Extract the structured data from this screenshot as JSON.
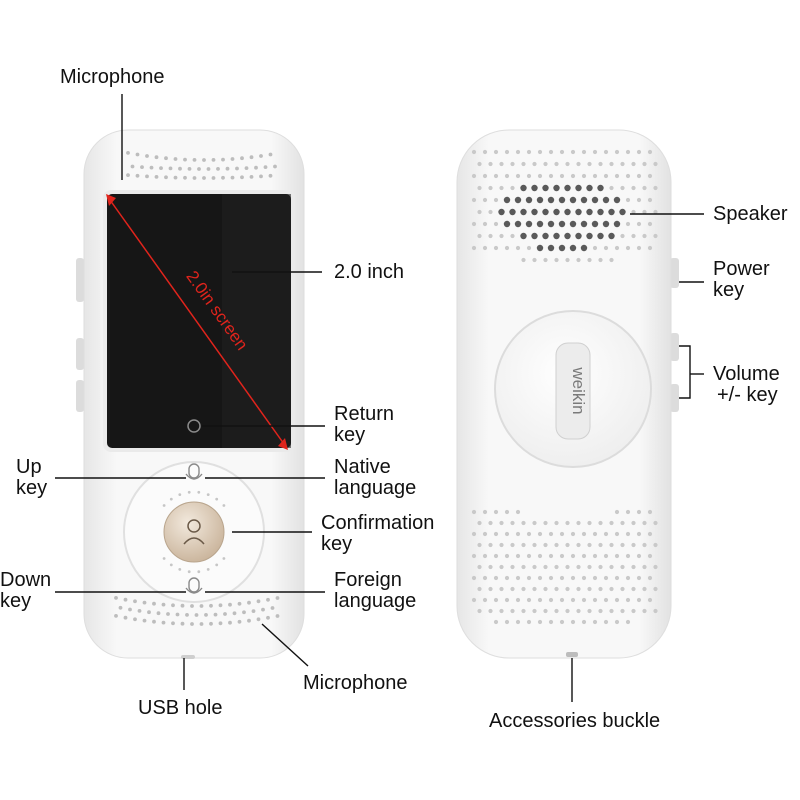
{
  "front_labels": {
    "microphone_top": "Microphone",
    "screen_size": "2.0 inch",
    "screen_diagonal": "2.0in screen",
    "return_key": [
      "Return",
      "key"
    ],
    "up_key": [
      "Up",
      "key"
    ],
    "native_language": [
      "Native",
      "language"
    ],
    "confirmation_key": [
      "Confirmation",
      "key"
    ],
    "down_key": [
      "Down",
      "key"
    ],
    "foreign_language": [
      "Foreign",
      "language"
    ],
    "microphone_bottom": "Microphone",
    "usb_hole": "USB hole"
  },
  "back_labels": {
    "speaker": "Speaker",
    "power_key": [
      "Power",
      "key"
    ],
    "volume_key": [
      "Volume",
      "+/- key"
    ],
    "accessories_buckle": "Accessories buckle",
    "brand_logo": "weikin"
  },
  "colors": {
    "device_body": "#f4f4f4",
    "screen": "#1a1a1a",
    "diagonal_line": "#e0241c",
    "confirm_button": "#d8c8b4"
  }
}
